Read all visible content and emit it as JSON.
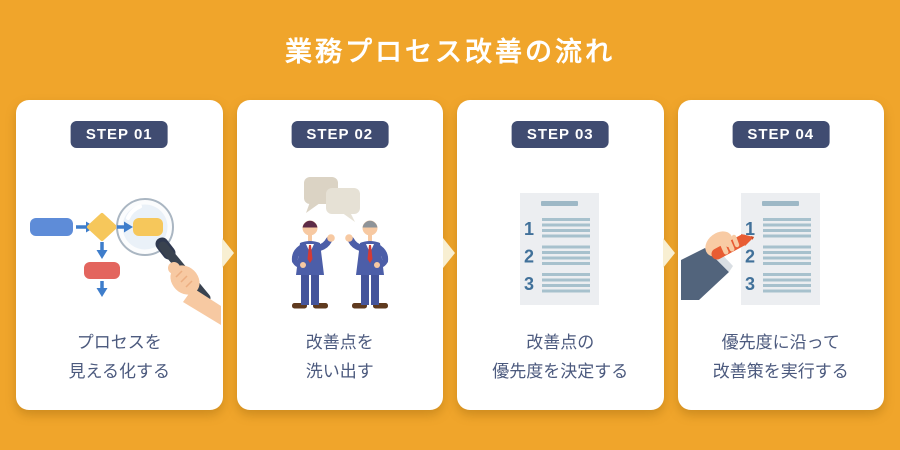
{
  "title": "業務プロセス改善の流れ",
  "steps": [
    {
      "badge": "STEP 01",
      "caption_line1": "プロセスを",
      "caption_line2": "見える化する",
      "illustration": "flowchart-magnifier"
    },
    {
      "badge": "STEP 02",
      "caption_line1": "改善点を",
      "caption_line2": "洗い出す",
      "illustration": "two-businessmen-discussion"
    },
    {
      "badge": "STEP 03",
      "caption_line1": "改善点の",
      "caption_line2": "優先度を決定する",
      "illustration": "numbered-priority-list"
    },
    {
      "badge": "STEP 04",
      "caption_line1": "優先度に沿って",
      "caption_line2": "改善策を実行する",
      "illustration": "hand-marker-priority-list"
    }
  ],
  "doc_numbers": [
    "1",
    "2",
    "3"
  ],
  "colors": {
    "background": "#F0A52B",
    "card": "#FFFFFF",
    "badge": "#404C71",
    "badge_text": "#FFFFFF",
    "title_text": "#FFFFFF",
    "caption_text": "#4C5A7E",
    "arrow": "#F8EFD2",
    "flow_blue": "#5E8CD8",
    "flow_yellow": "#F6C75B",
    "flow_red": "#E3655E",
    "flow_arrow_blue": "#3E7DCB",
    "list_number_blue": "#41719A",
    "list_line_blue": "#A7C1CD",
    "marker_orange": "#E85C33"
  }
}
